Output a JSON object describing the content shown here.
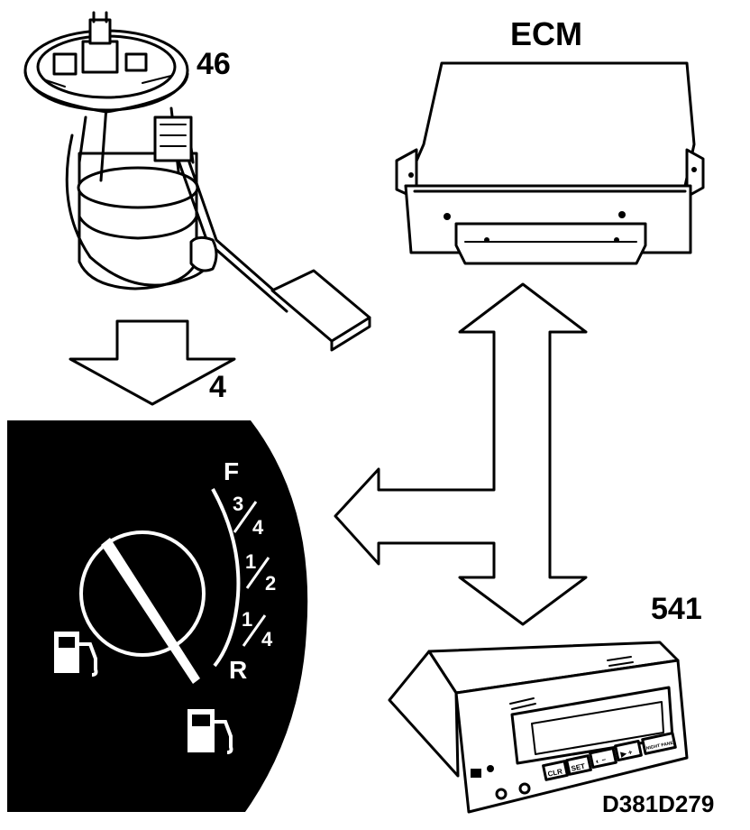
{
  "labels": {
    "pump": "46",
    "ecm": "ECM",
    "gauge": "4",
    "display": "541",
    "drawing_id": "D381D279"
  },
  "gauge_scale": {
    "full": "F",
    "three_quarter_num": "3",
    "three_quarter_den": "4",
    "half_num": "1",
    "half_den": "2",
    "quarter_num": "1",
    "quarter_den": "4",
    "reserve": "R"
  },
  "display_buttons": {
    "b1": "CLR",
    "b2": "SET",
    "b3": "◐ −",
    "b4": "▶ +",
    "b5": "NIGHT PANEL"
  },
  "gauge_needle_level": 0.15
}
